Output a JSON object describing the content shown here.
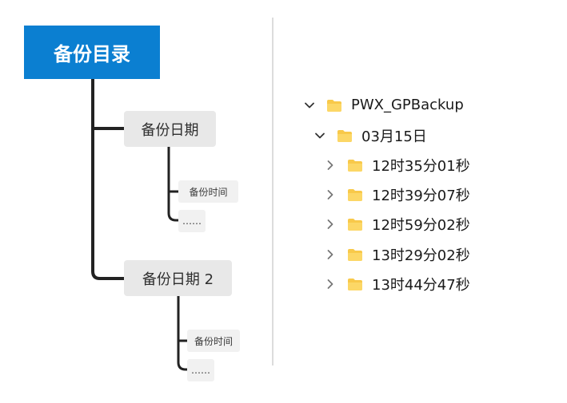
{
  "mindmap": {
    "root": "备份目录",
    "branches": [
      {
        "label": "备份日期",
        "children": [
          "备份时间",
          "……"
        ]
      },
      {
        "label": "备份日期 2",
        "children": [
          "备份时间",
          "……"
        ]
      }
    ]
  },
  "tree": {
    "root": {
      "label": "PWX_GPBackup",
      "expanded": true,
      "icon": "folder-icon"
    },
    "date": {
      "label": "03月15日",
      "expanded": true,
      "icon": "folder-icon"
    },
    "times": [
      {
        "label": "12时35分01秒",
        "expanded": false
      },
      {
        "label": "12时39分07秒",
        "expanded": false
      },
      {
        "label": "12时59分02秒",
        "expanded": false
      },
      {
        "label": "13时29分02秒",
        "expanded": false
      },
      {
        "label": "13时44分47秒",
        "expanded": false
      }
    ]
  },
  "colors": {
    "root_fill": "#0b7fd1",
    "branch_fill": "#e8e8e8",
    "connector": "#222222",
    "folder_yellow": "#f8c94a"
  }
}
